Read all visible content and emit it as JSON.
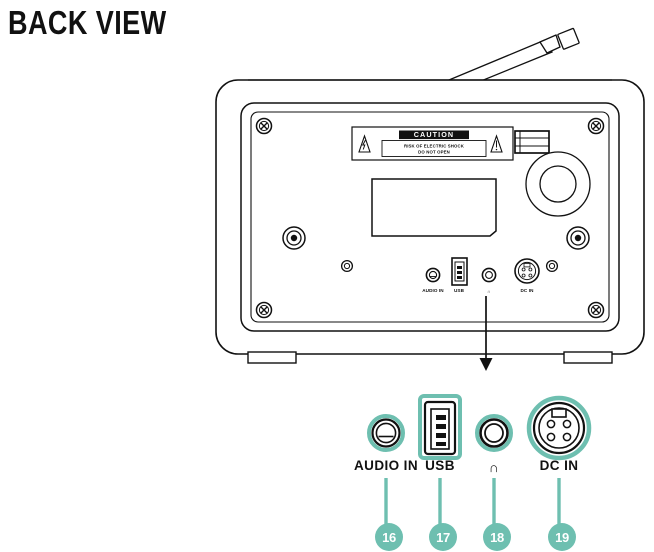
{
  "page": {
    "title": "BACK VIEW",
    "background_color": "#ffffff"
  },
  "colors": {
    "accent_teal": "#6ebfb0",
    "line_black": "#111111",
    "label_white": "#ffffff"
  },
  "device": {
    "name": "radio-back-panel",
    "antenna": {
      "label": "telescopic-antenna"
    },
    "caution_label": {
      "heading": "CAUTION",
      "line1": "RISK OF ELECTRIC SHOCK",
      "line2": "DO NOT OPEN",
      "left_symbol": "lightning-bolt-triangle",
      "right_symbol": "exclamation-triangle"
    },
    "rating_label": {
      "text": ""
    },
    "panel_ports": [
      {
        "label": "AUDIO IN",
        "icon": "audio-jack"
      },
      {
        "label": "USB",
        "icon": "usb-port"
      },
      {
        "label": "∩",
        "icon": "headphone-jack"
      },
      {
        "label": "DC IN",
        "icon": "dc-in-connector"
      }
    ]
  },
  "callout": {
    "arrow": "down-arrow",
    "ports": [
      {
        "label": "AUDIO IN",
        "number": "16",
        "icon": "audio-jack"
      },
      {
        "label": "USB",
        "number": "17",
        "icon": "usb-port"
      },
      {
        "label": "∩",
        "number": "18",
        "icon": "headphone-jack"
      },
      {
        "label": "DC IN",
        "number": "19",
        "icon": "dc-in-connector"
      }
    ]
  }
}
